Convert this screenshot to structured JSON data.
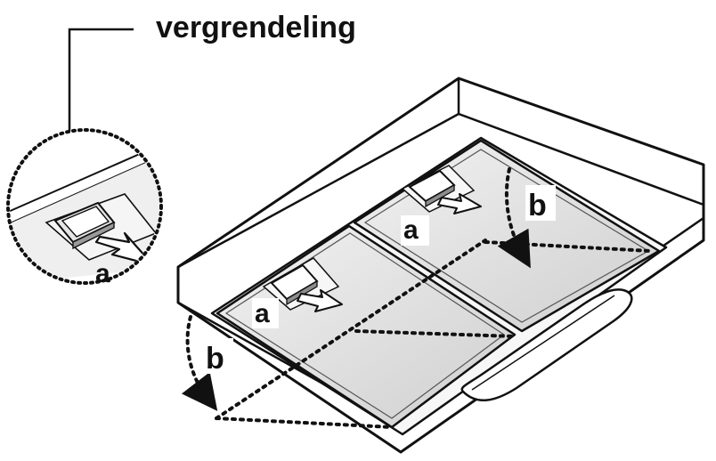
{
  "labels": {
    "lock": "vergrendeling",
    "a_detail": "a",
    "a_front": "a",
    "a_back": "a",
    "b_front": "b",
    "b_back": "b"
  },
  "colors": {
    "line": "#111111",
    "filter_fill": "#dcdcdc",
    "filter_fill_light": "#ebebeb",
    "body_fill": "#ffffff"
  }
}
